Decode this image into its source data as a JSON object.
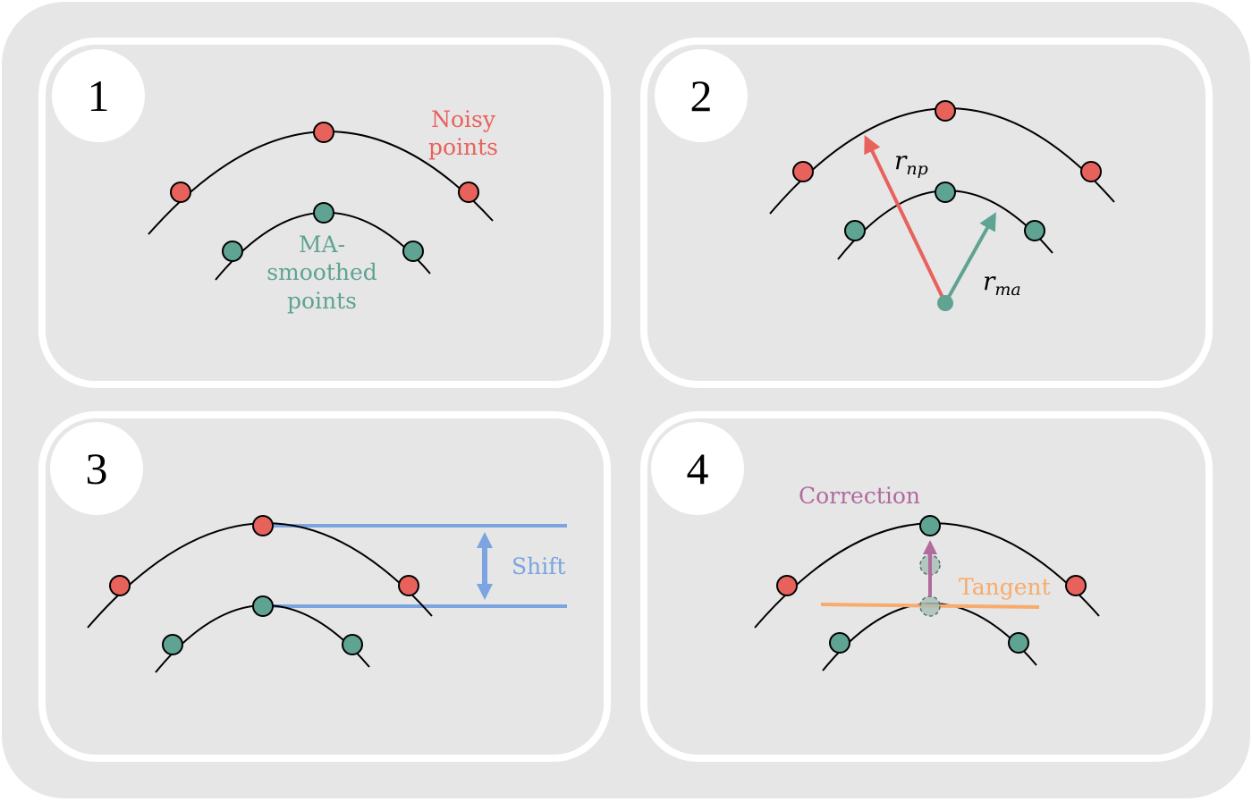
{
  "colors": {
    "background": "#e6e6e6",
    "panel_border": "#ffffff",
    "noisy": "#e8625c",
    "smoothed": "#5fa393",
    "shift": "#7ba4e0",
    "correction": "#b16b9d",
    "tangent": "#f7ab6c"
  },
  "panels": [
    {
      "number": "1",
      "labels": {
        "noisy_line1": "Noisy",
        "noisy_line2": "points",
        "ma_line1": "MA-",
        "ma_line2": "smoothed",
        "ma_line3": "points"
      }
    },
    {
      "number": "2",
      "labels": {
        "r_np_base": "r",
        "r_np_sub": "np",
        "r_ma_base": "r",
        "r_ma_sub": "ma"
      }
    },
    {
      "number": "3",
      "labels": {
        "shift": "Shift"
      }
    },
    {
      "number": "4",
      "labels": {
        "correction": "Correction",
        "tangent": "Tangent"
      }
    }
  ]
}
